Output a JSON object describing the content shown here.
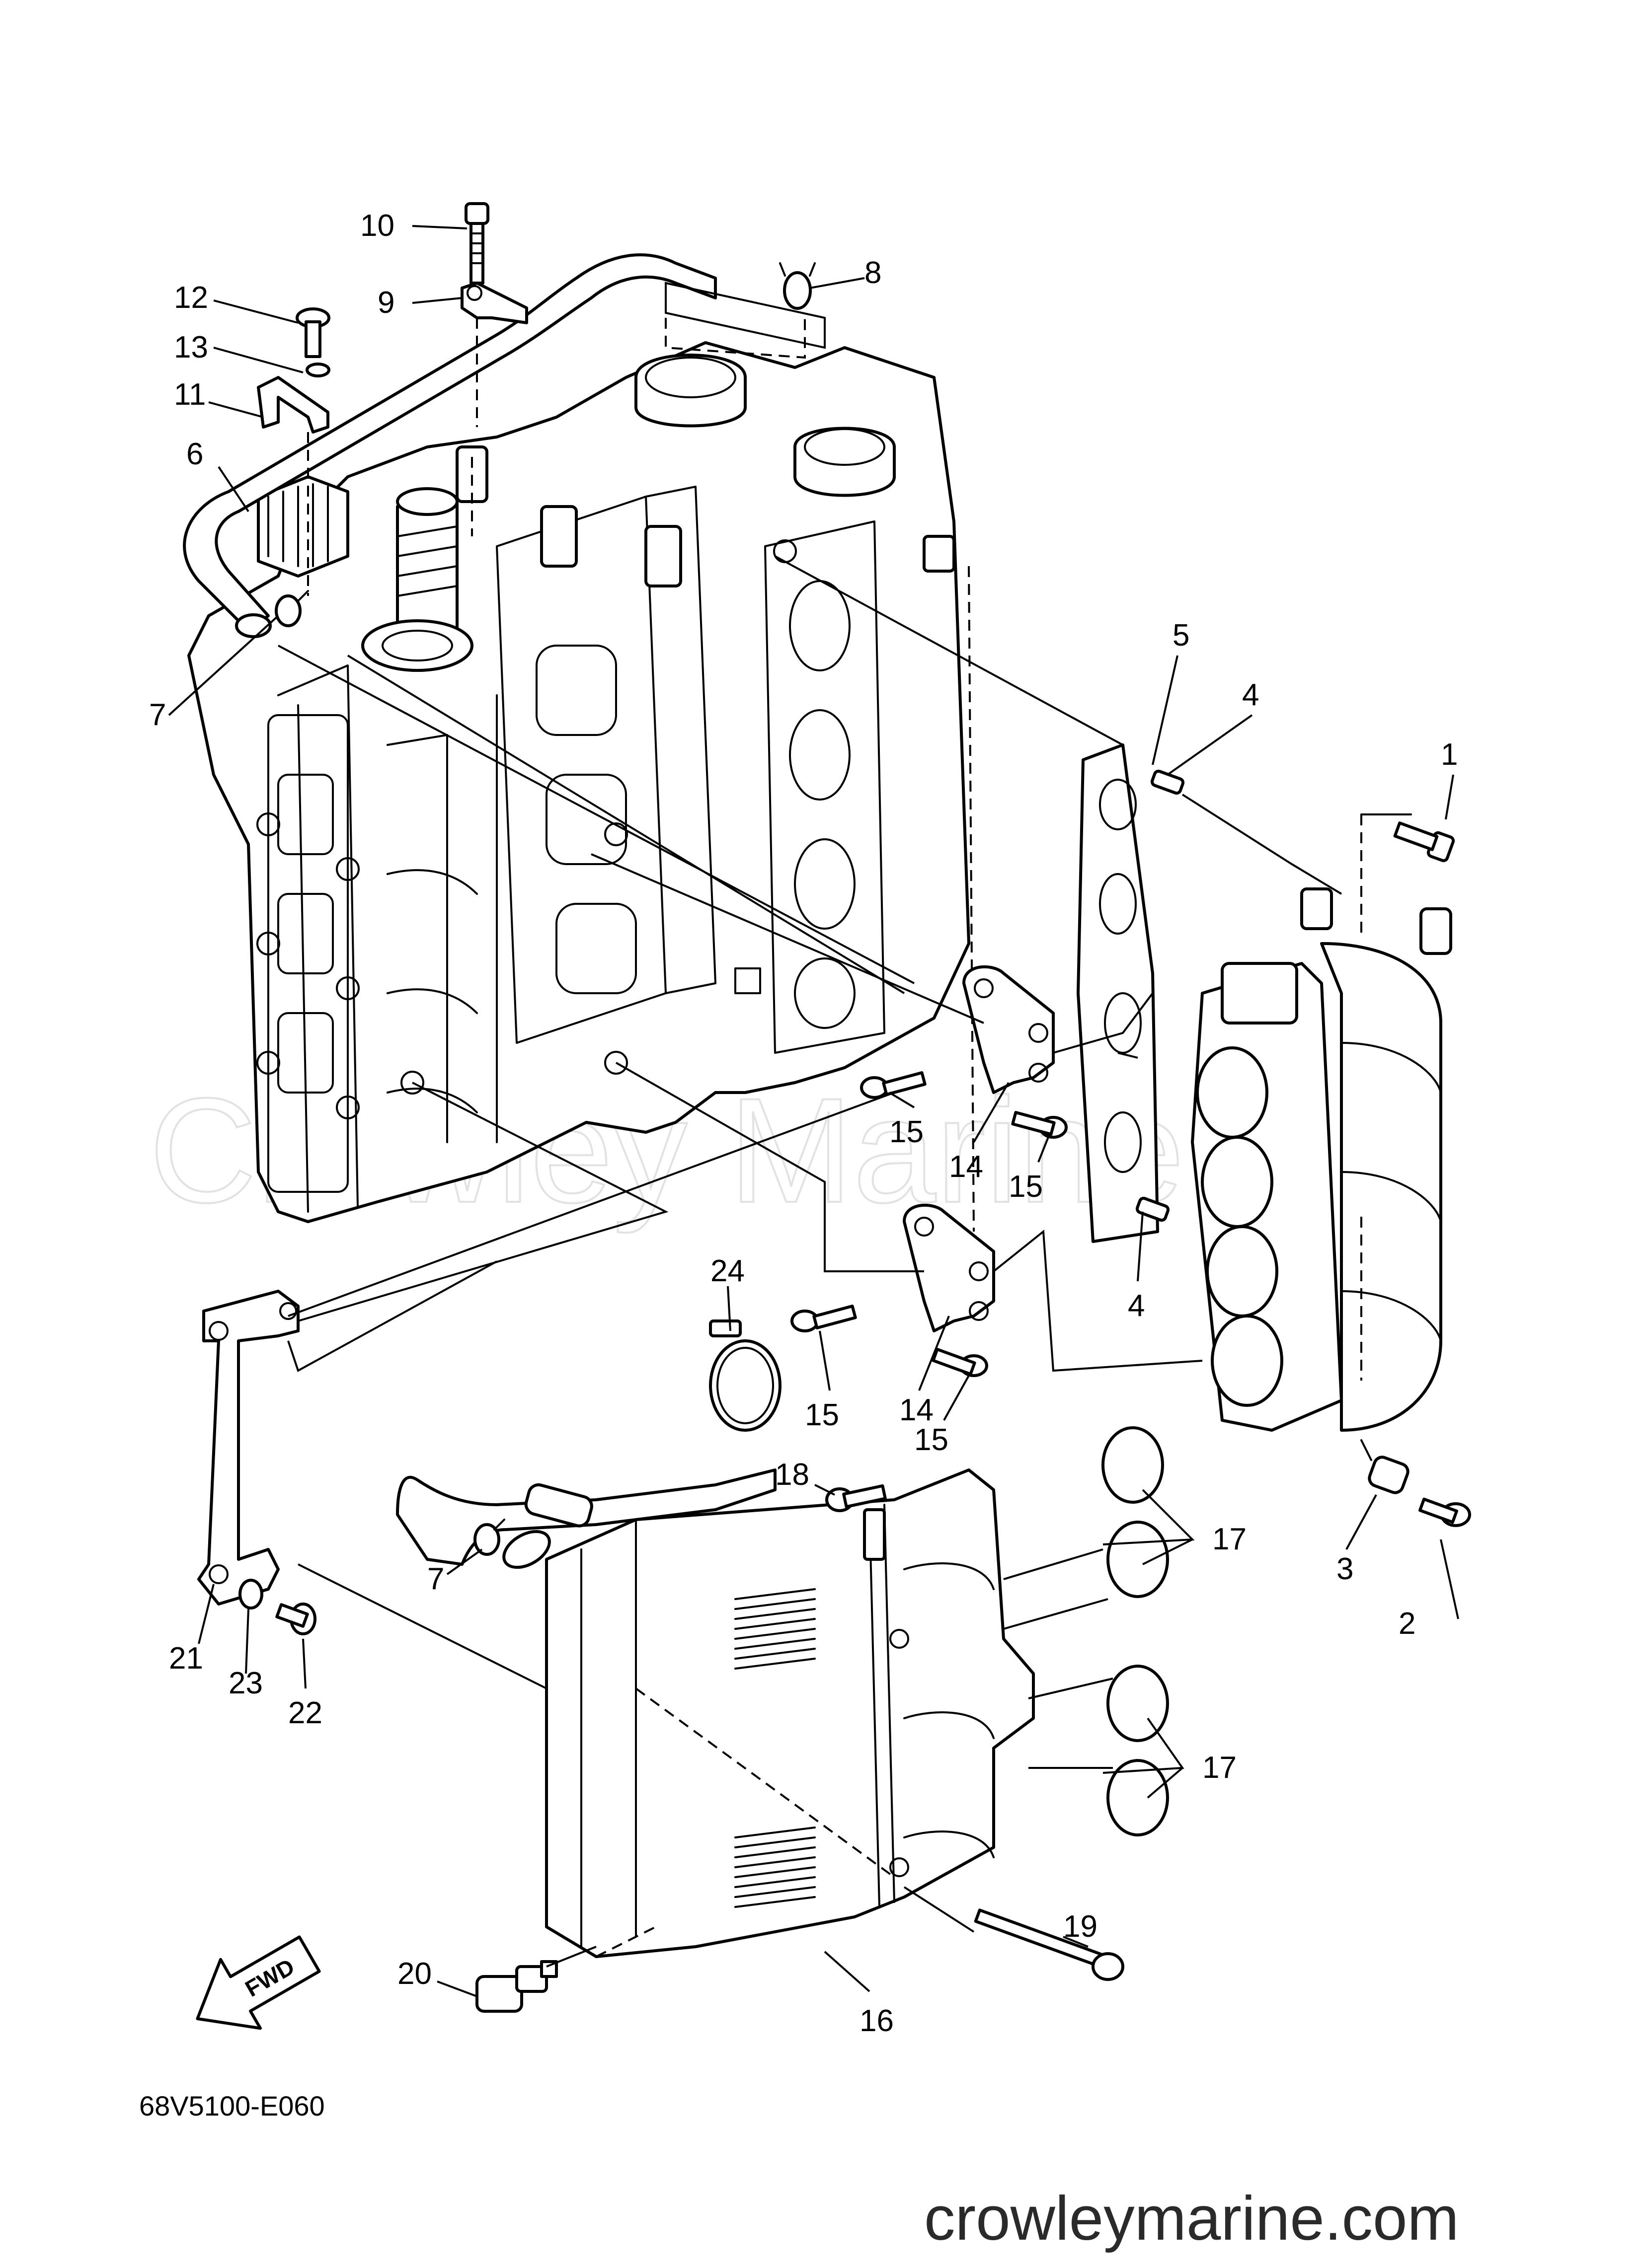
{
  "diagram": {
    "callouts": [
      "1",
      "2",
      "3",
      "4",
      "4",
      "5",
      "6",
      "7",
      "7",
      "8",
      "9",
      "10",
      "11",
      "12",
      "13",
      "14",
      "14",
      "15",
      "15",
      "15",
      "15",
      "16",
      "17",
      "17",
      "18",
      "19",
      "20",
      "21",
      "22",
      "23",
      "24"
    ],
    "diagram_code": "68V5100-E060",
    "watermark": "Crowley Marine",
    "website": "crowleymarine.com",
    "fwd_label": "FWD"
  }
}
